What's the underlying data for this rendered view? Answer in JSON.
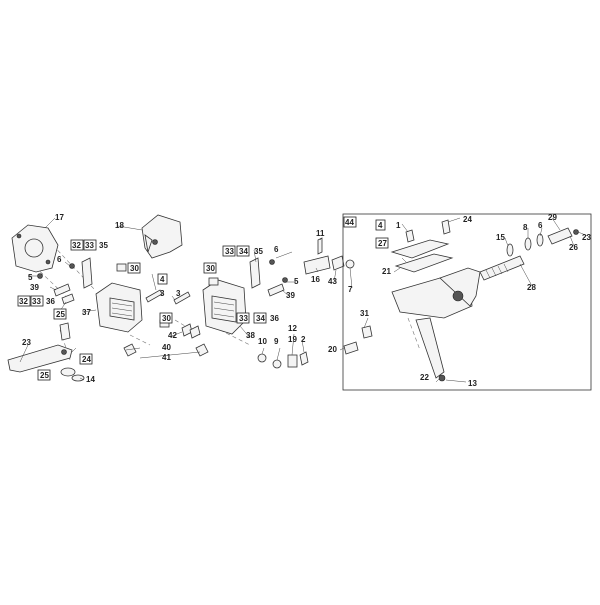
{
  "callouts": {
    "c1": "1",
    "c2": "2",
    "c3a": "3",
    "c3b": "3",
    "c4a": "4",
    "c4b": "4",
    "c5a": "5",
    "c5b": "5",
    "c6a": "6",
    "c6b": "6",
    "c7": "7",
    "c8": "8",
    "c9": "9",
    "c10": "10",
    "c11": "11",
    "c12": "12",
    "c13": "13",
    "c14": "14",
    "c15": "15",
    "c16": "16",
    "c17": "17",
    "c18": "18",
    "c19": "19",
    "c20": "20",
    "c21": "21",
    "c22": "22",
    "c23a": "23",
    "c23b": "23",
    "c24a": "24",
    "c24b": "24",
    "c25a": "25",
    "c25b": "25",
    "c26": "26",
    "c27": "27",
    "c28": "28",
    "c29": "29",
    "c30a": "30",
    "c30b": "30",
    "c30c": "30",
    "c31": "31",
    "c32a": "32",
    "c32b": "32",
    "c33a": "33",
    "c33b": "33",
    "c33c": "33",
    "c33d": "33",
    "c34a": "34",
    "c34b": "34",
    "c35a": "35",
    "c35b": "35",
    "c36a": "36",
    "c36b": "36",
    "c37": "37",
    "c38": "38",
    "c39a": "39",
    "c39b": "39",
    "c40": "40",
    "c41": "41",
    "c42": "42",
    "c43": "43",
    "c44": "44"
  }
}
